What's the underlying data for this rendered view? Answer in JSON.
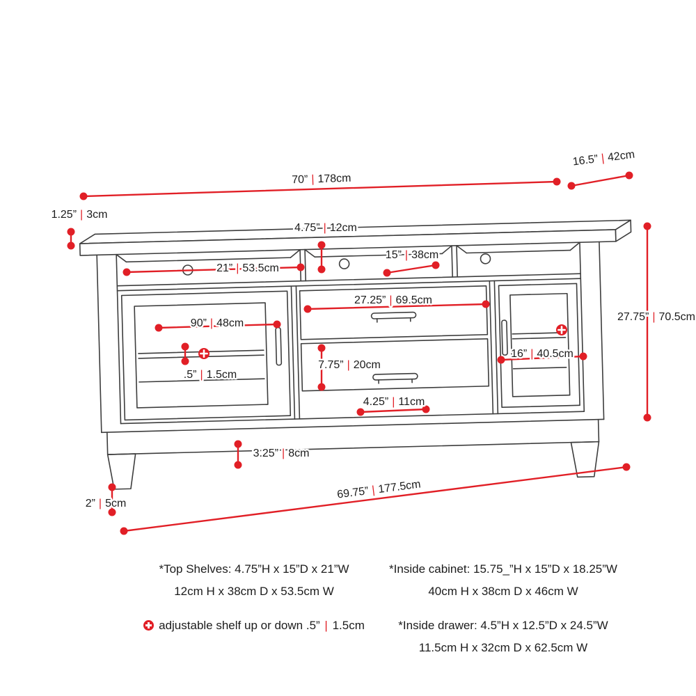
{
  "separator": "|",
  "colors": {
    "accent_red": "#e11f26",
    "drawing_line": "#3d3d3d",
    "text_black": "#1c1c1c"
  },
  "dims": {
    "top_depth": {
      "in": "16.5”",
      "cm": "42cm"
    },
    "top_width": {
      "in": "70”",
      "cm": "178cm"
    },
    "top_thickness": {
      "in": "1.25”",
      "cm": "3cm"
    },
    "top_shelf_height": {
      "in": "4.75”",
      "cm": "12cm"
    },
    "shelf_depth": {
      "in": "15”",
      "cm": "38cm"
    },
    "top_shelf_width": {
      "in": "21”",
      "cm": "53.5cm"
    },
    "drawer_width": {
      "in": "27.25”",
      "cm": "69.5cm"
    },
    "left_shelf_width": {
      "in": "90”",
      "cm": "48cm"
    },
    "shelf_adjustment": {
      "in": ".5”",
      "cm": "1.5cm"
    },
    "drawer_section_height": {
      "in": "7.75”",
      "cm": "20cm"
    },
    "drawer_front_height": {
      "in": "4.25”",
      "cm": "11cm"
    },
    "right_shelf_width": {
      "in": "16”",
      "cm": "40.5cm"
    },
    "overall_height": {
      "in": "27.75”",
      "cm": "70.5cm"
    },
    "base_rail_height": {
      "in": "3.25”",
      "cm": "8cm"
    },
    "leg_height": {
      "in": "2”",
      "cm": "5cm"
    },
    "bottom_width": {
      "in": "69.75”",
      "cm": "177.5cm"
    }
  },
  "footnotes": {
    "top_shelves_line1": "*Top Shelves: 4.75”H x 15”D x 21”W",
    "top_shelves_line2": "12cm H x 38cm D x 53.5cm W",
    "adjustable_shelf_text": "adjustable shelf up or down",
    "adjustable_shelf_in": ".5”",
    "adjustable_shelf_cm": "1.5cm",
    "inside_cabinet_line1": "*Inside cabinet: 15.75_”H x 15”D x 18.25”W",
    "inside_cabinet_line2": "40cm H x 38cm D x 46cm W",
    "inside_drawer_line1": "*Inside drawer: 4.5”H x 12.5”D x 24.5”W",
    "inside_drawer_line2": "11.5cm H x 32cm D x 62.5cm W"
  }
}
